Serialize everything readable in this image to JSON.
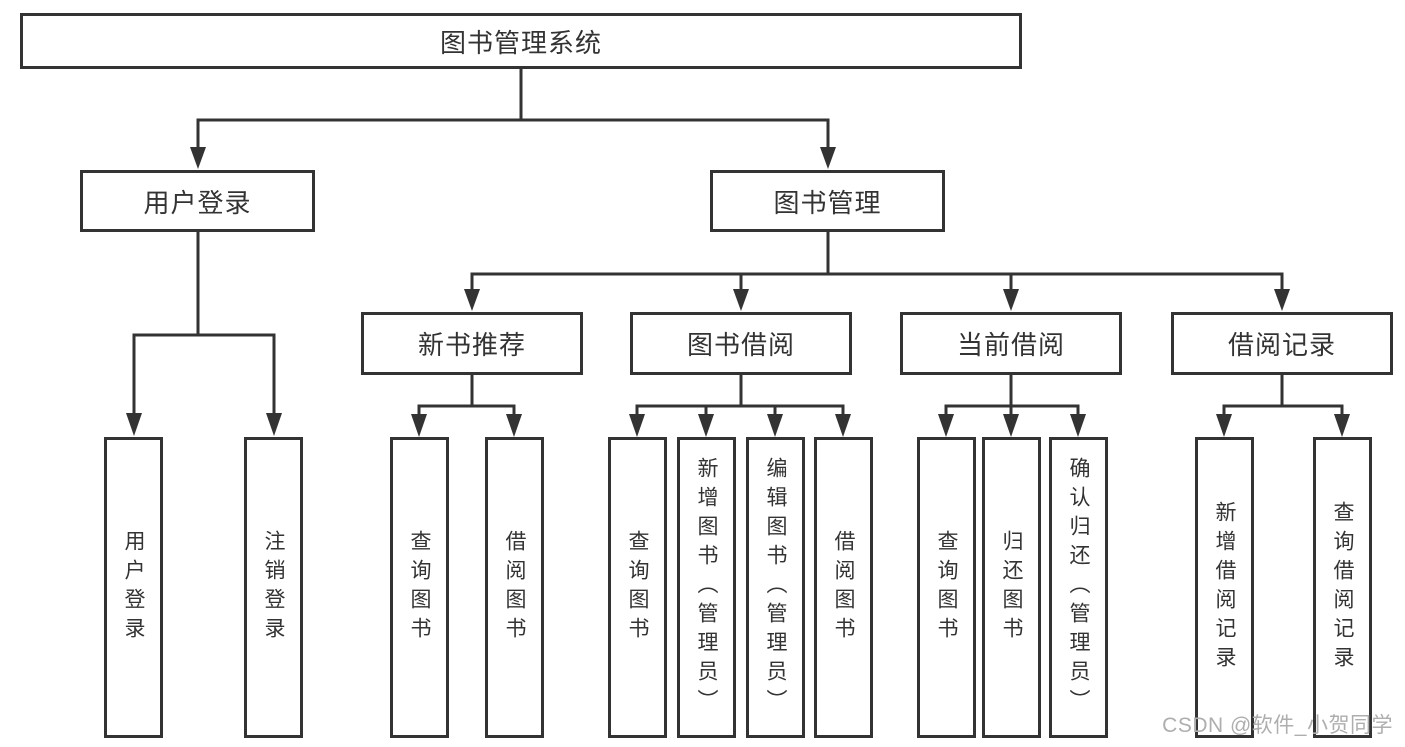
{
  "diagram": {
    "root": {
      "label": "图书管理系统"
    },
    "branches": [
      {
        "label": "用户登录",
        "children": [
          {
            "label": "用户登录"
          },
          {
            "label": "注销登录"
          }
        ]
      },
      {
        "label": "图书管理",
        "children": [
          {
            "label": "新书推荐",
            "children": [
              {
                "label": "查询图书"
              },
              {
                "label": "借阅图书"
              }
            ]
          },
          {
            "label": "图书借阅",
            "children": [
              {
                "label": "查询图书"
              },
              {
                "label": "新增图书（管理员）"
              },
              {
                "label": "编辑图书（管理员）"
              },
              {
                "label": "借阅图书"
              }
            ]
          },
          {
            "label": "当前借阅",
            "children": [
              {
                "label": "查询图书"
              },
              {
                "label": "归还图书"
              },
              {
                "label": "确认归还（管理员）"
              }
            ]
          },
          {
            "label": "借阅记录",
            "children": [
              {
                "label": "新增借阅记录"
              },
              {
                "label": "查询借阅记录"
              }
            ]
          }
        ]
      }
    ],
    "watermark": "CSDN @软件_小贺同学",
    "colors": {
      "line": "#333333",
      "box_border": "#333333",
      "box_background": "#ffffff",
      "text": "#333333",
      "watermark": "#aeaeae",
      "page_background": "#ffffff"
    }
  }
}
